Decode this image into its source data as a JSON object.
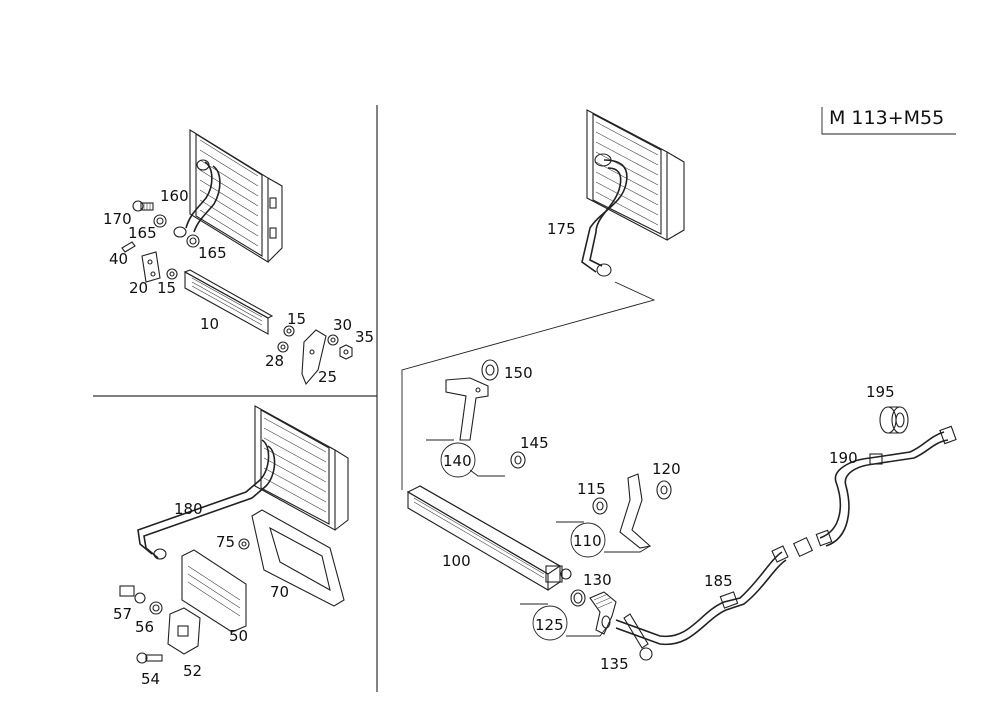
{
  "title": "M 113+M55",
  "labels": {
    "l170": "170",
    "l165a": "165",
    "l160": "160",
    "l165b": "165",
    "l40": "40",
    "l20": "20",
    "l15a": "15",
    "l10": "10",
    "l15b": "15",
    "l30": "30",
    "l35": "35",
    "l28": "28",
    "l25": "25",
    "l180": "180",
    "l75": "75",
    "l70": "70",
    "l57": "57",
    "l56": "56",
    "l50": "50",
    "l52": "52",
    "l54": "54",
    "l175": "175",
    "l150": "150",
    "l145": "145",
    "l140": "140",
    "l115": "115",
    "l120": "120",
    "l110": "110",
    "l100": "100",
    "l130": "130",
    "l125": "125",
    "l135": "135",
    "l185": "185",
    "l190": "190",
    "l195": "195"
  }
}
